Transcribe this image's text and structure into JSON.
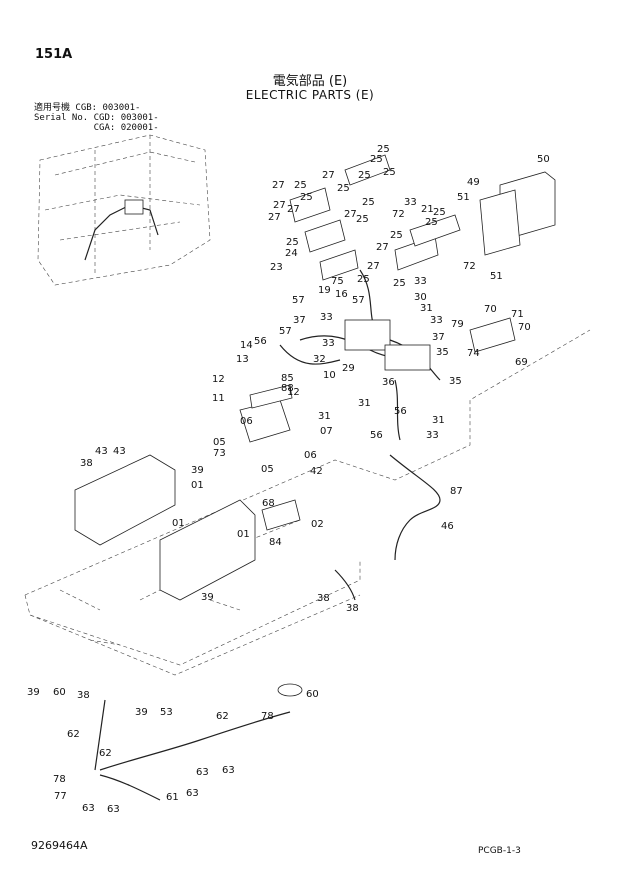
{
  "header": {
    "page_number": "151A",
    "title_jp": "電気部品 (E)",
    "title_en": "ELECTRIC PARTS (E)"
  },
  "serial_info": [
    "適用号機 CGB: 003001-",
    "Serial No. CGD: 003001-",
    "           CGA: 020001-"
  ],
  "footer": {
    "figure_code": "9269464A",
    "page_ref": "PCGB-1-3"
  },
  "callouts": [
    {
      "t": "25"
    },
    {
      "t": "25"
    },
    {
      "t": "27"
    },
    {
      "t": "25"
    },
    {
      "t": "25"
    },
    {
      "t": "27"
    },
    {
      "t": "27"
    },
    {
      "t": "25"
    },
    {
      "t": "25"
    },
    {
      "t": "27"
    },
    {
      "t": "25"
    },
    {
      "t": "27"
    },
    {
      "t": "25"
    },
    {
      "t": "27"
    },
    {
      "t": "25"
    },
    {
      "t": "24"
    },
    {
      "t": "25"
    },
    {
      "t": "23"
    },
    {
      "t": "25"
    },
    {
      "t": "25"
    },
    {
      "t": "25"
    },
    {
      "t": "27"
    },
    {
      "t": "27"
    },
    {
      "t": "50"
    },
    {
      "t": "49"
    },
    {
      "t": "51"
    },
    {
      "t": "51"
    },
    {
      "t": "33"
    },
    {
      "t": "72"
    },
    {
      "t": "21"
    },
    {
      "t": "25"
    },
    {
      "t": "25"
    },
    {
      "t": "72"
    },
    {
      "t": "33"
    },
    {
      "t": "75"
    },
    {
      "t": "19"
    },
    {
      "t": "16"
    },
    {
      "t": "57"
    },
    {
      "t": "30"
    },
    {
      "t": "57"
    },
    {
      "t": "31"
    },
    {
      "t": "33"
    },
    {
      "t": "37"
    },
    {
      "t": "33"
    },
    {
      "t": "33"
    },
    {
      "t": "57"
    },
    {
      "t": "14"
    },
    {
      "t": "56"
    },
    {
      "t": "13"
    },
    {
      "t": "32"
    },
    {
      "t": "10"
    },
    {
      "t": "29"
    },
    {
      "t": "37"
    },
    {
      "t": "35"
    },
    {
      "t": "70"
    },
    {
      "t": "71"
    },
    {
      "t": "79"
    },
    {
      "t": "70"
    },
    {
      "t": "74"
    },
    {
      "t": "69"
    },
    {
      "t": "12"
    },
    {
      "t": "85"
    },
    {
      "t": "88"
    },
    {
      "t": "12"
    },
    {
      "t": "11"
    },
    {
      "t": "36"
    },
    {
      "t": "35"
    },
    {
      "t": "31"
    },
    {
      "t": "31"
    },
    {
      "t": "56"
    },
    {
      "t": "56"
    },
    {
      "t": "33"
    },
    {
      "t": "31"
    },
    {
      "t": "07"
    },
    {
      "t": "06"
    },
    {
      "t": "05"
    },
    {
      "t": "73"
    },
    {
      "t": "05"
    },
    {
      "t": "06"
    },
    {
      "t": "42"
    },
    {
      "t": "43"
    },
    {
      "t": "43"
    },
    {
      "t": "38"
    },
    {
      "t": "39"
    },
    {
      "t": "01"
    },
    {
      "t": "68"
    },
    {
      "t": "01"
    },
    {
      "t": "01"
    },
    {
      "t": "02"
    },
    {
      "t": "84"
    },
    {
      "t": "87"
    },
    {
      "t": "46"
    },
    {
      "t": "39"
    },
    {
      "t": "38"
    },
    {
      "t": "38"
    },
    {
      "t": "39"
    },
    {
      "t": "60"
    },
    {
      "t": "38"
    },
    {
      "t": "39"
    },
    {
      "t": "53"
    },
    {
      "t": "60"
    },
    {
      "t": "62"
    },
    {
      "t": "62"
    },
    {
      "t": "78"
    },
    {
      "t": "62"
    },
    {
      "t": "63"
    },
    {
      "t": "63"
    },
    {
      "t": "78"
    },
    {
      "t": "77"
    },
    {
      "t": "63"
    },
    {
      "t": "61"
    },
    {
      "t": "63"
    },
    {
      "t": "63"
    }
  ]
}
